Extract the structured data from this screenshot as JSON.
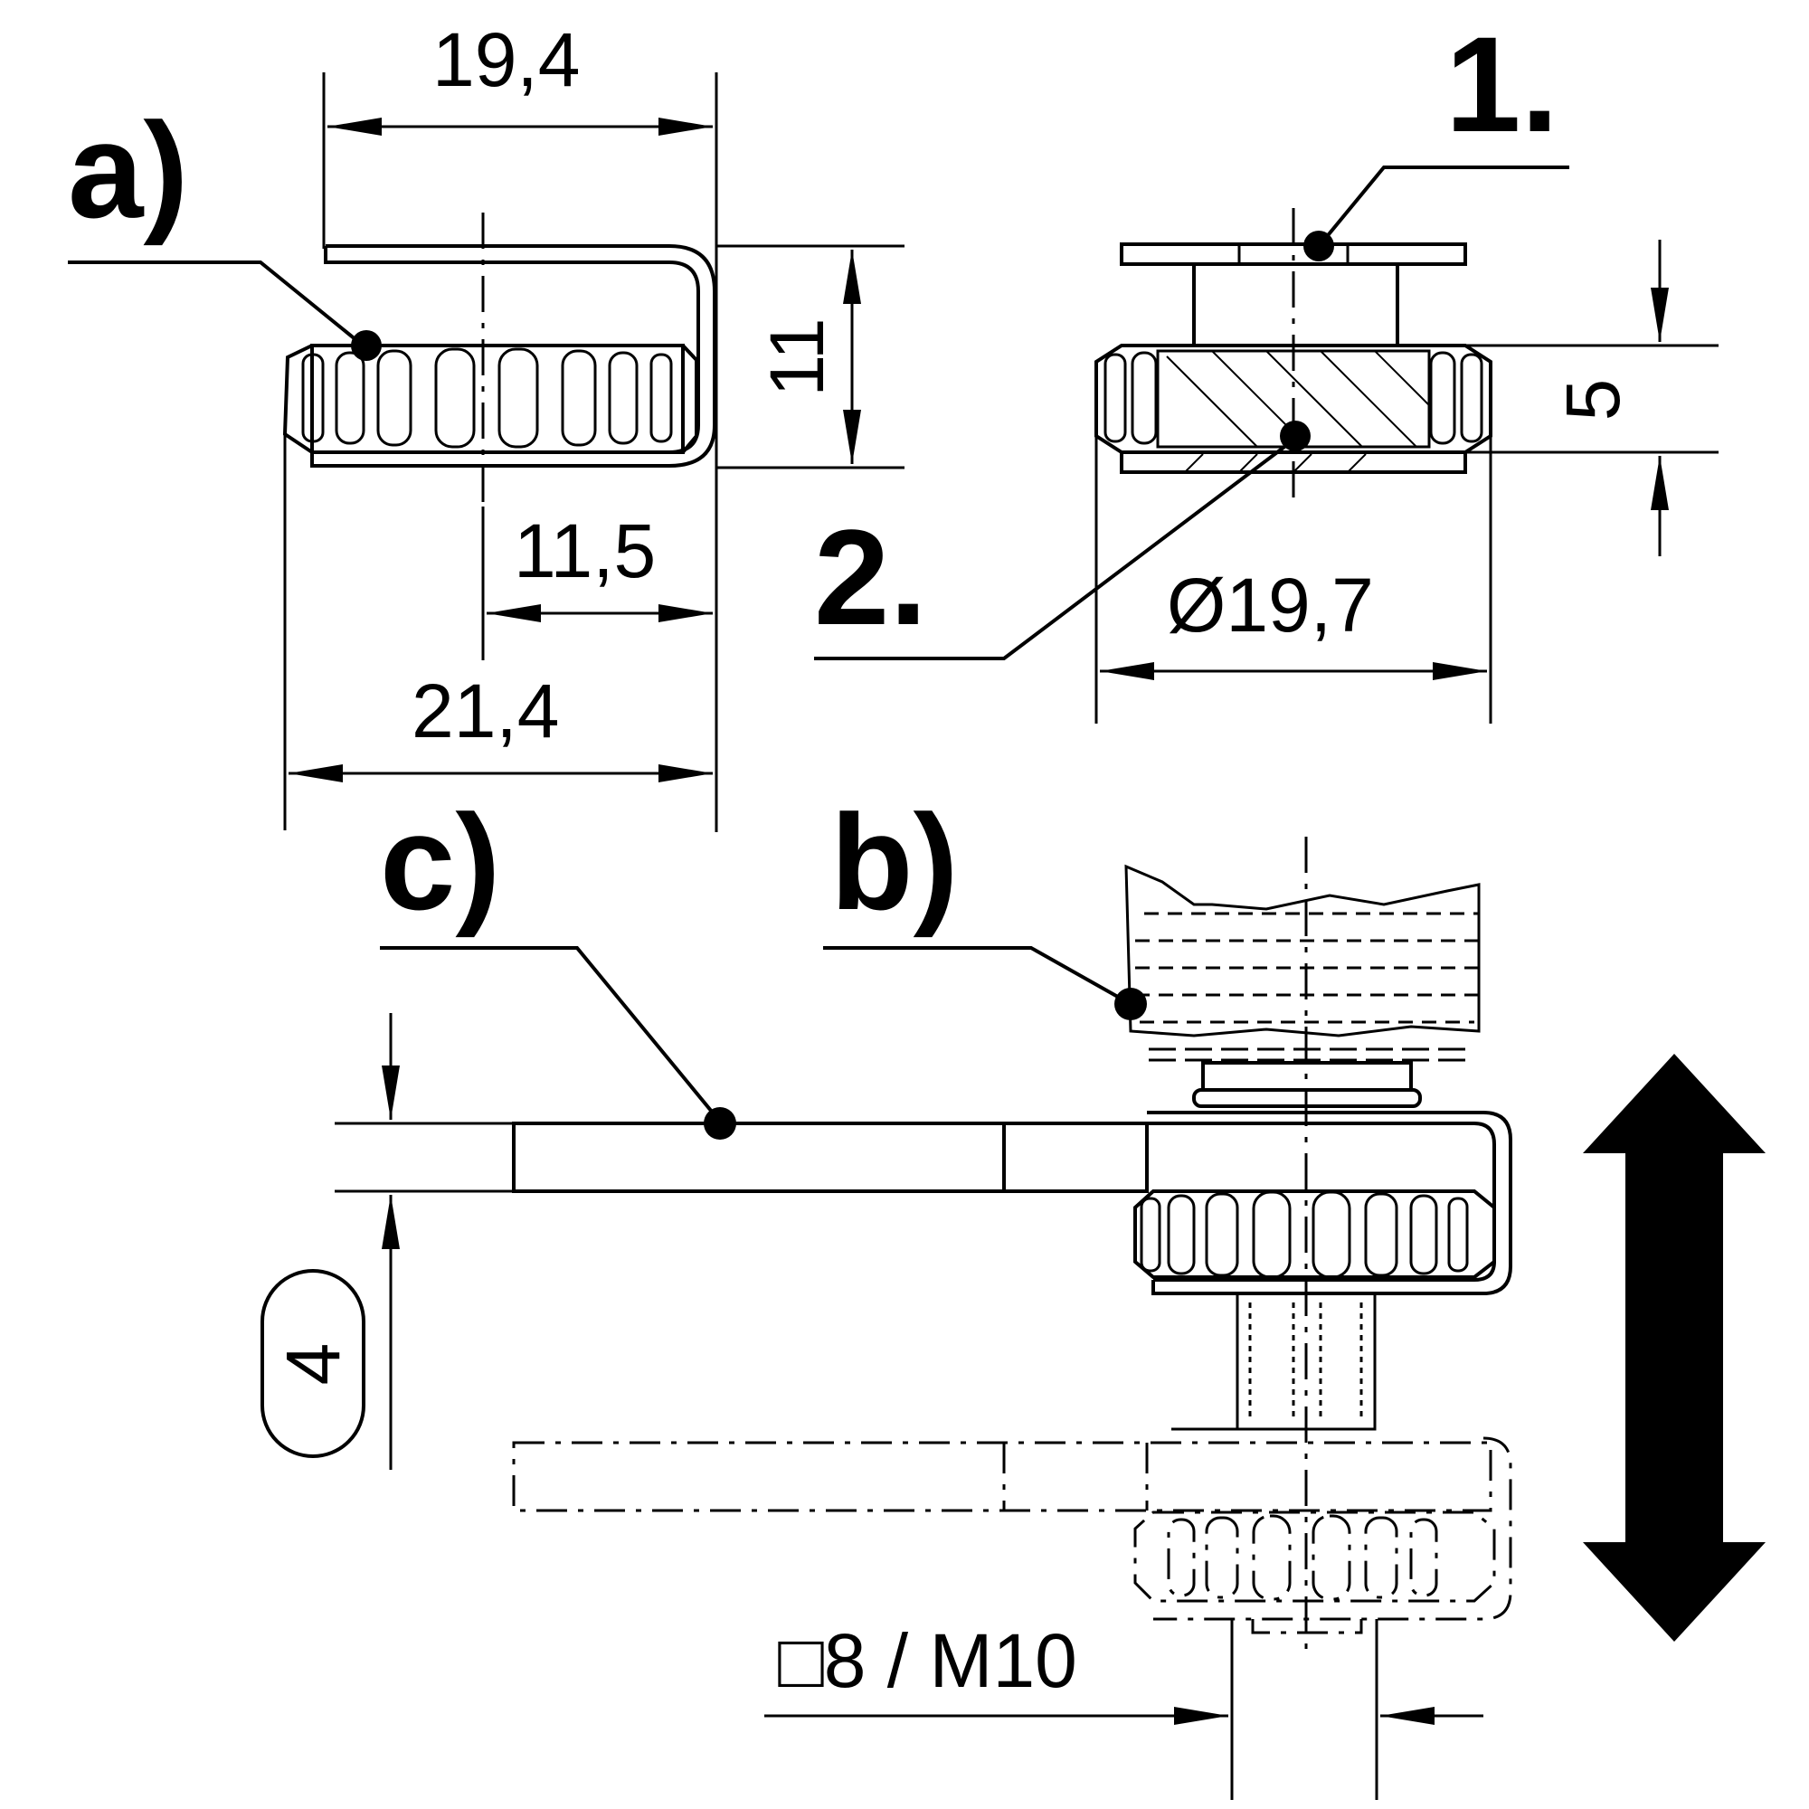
{
  "labels": {
    "a": "a)",
    "b": "b)",
    "c": "c)",
    "item1": "1.",
    "item2": "2."
  },
  "dimensions": {
    "top_width": "19,4",
    "height": "11",
    "offset": "11,5",
    "overall_width": "21,4",
    "nut_height": "5",
    "diameter": "Ø19,7",
    "adjust_range": "4",
    "thread": "□8 / M10"
  }
}
